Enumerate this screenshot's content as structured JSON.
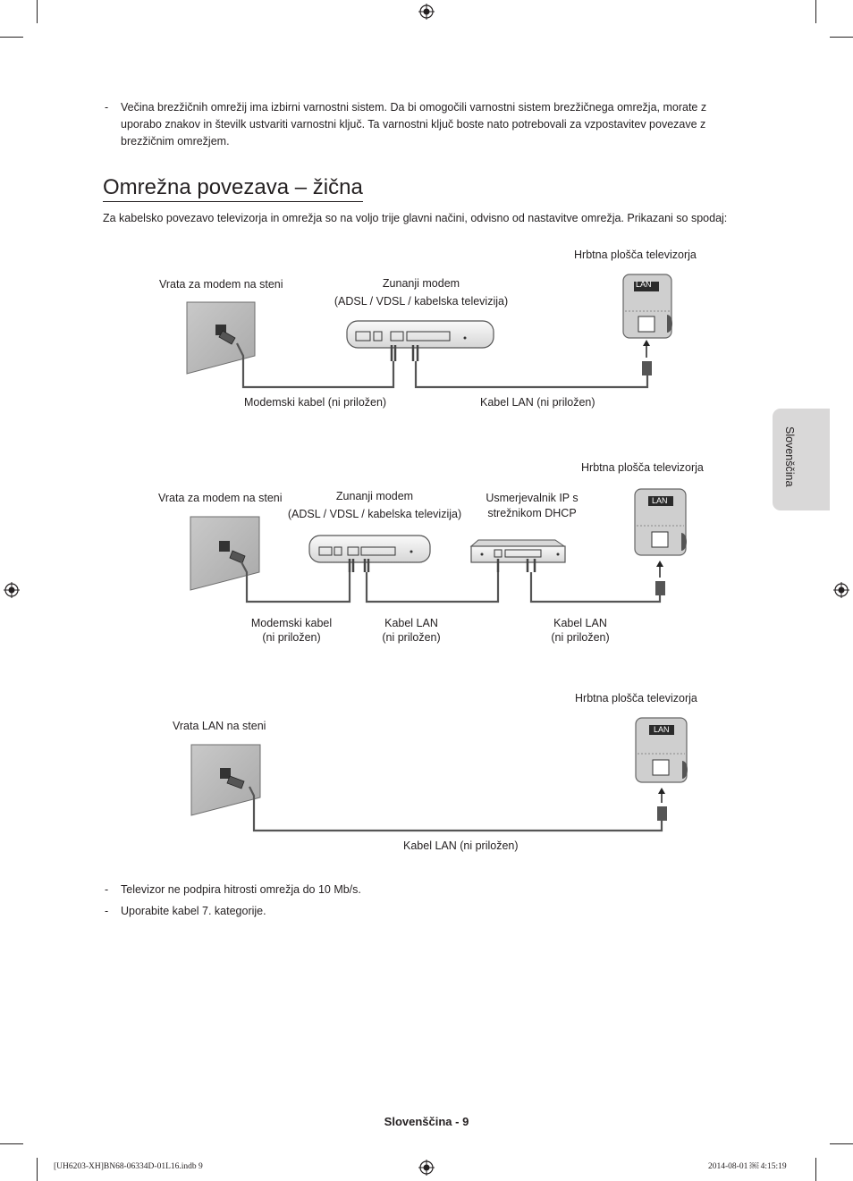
{
  "intro_bullet": "Večina brezžičnih omrežij ima izbirni varnostni sistem. Da bi omogočili varnostni sistem brezžičnega omrežja, morate z uporabo znakov in številk ustvariti varnostni ključ. Ta varnostni ključ boste nato potrebovali za vzpostavitev povezave z brezžičnim omrežjem.",
  "bullet_dash": "-",
  "heading": "Omrežna povezava – žična",
  "intro_text": "Za kabelsko povezavo televizorja in omrežja so na voljo trije glavni načini, odvisno od nastavitve omrežja. Prikazani so spodaj:",
  "diagram1": {
    "tv_back": "Hrbtna plošča televizorja",
    "wall_port": "Vrata za modem na steni",
    "modem_line1": "Zunanji modem",
    "modem_line2": "(ADSL / VDSL / kabelska televizija)",
    "modem_cable": "Modemski kabel (ni priložen)",
    "lan_cable": "Kabel LAN (ni priložen)",
    "lan_badge": "LAN"
  },
  "diagram2": {
    "tv_back": "Hrbtna plošča televizorja",
    "wall_port": "Vrata za modem na steni",
    "modem_line1": "Zunanji modem",
    "modem_line2": "(ADSL / VDSL / kabelska televizija)",
    "router_line1": "Usmerjevalnik IP s",
    "router_line2": "strežnikom DHCP",
    "modem_cable_line1": "Modemski kabel",
    "modem_cable_line2": "(ni priložen)",
    "lan_cable1_line1": "Kabel LAN",
    "lan_cable1_line2": "(ni priložen)",
    "lan_cable2_line1": "Kabel LAN",
    "lan_cable2_line2": "(ni priložen)",
    "lan_badge": "LAN"
  },
  "diagram3": {
    "tv_back": "Hrbtna plošča televizorja",
    "wall_port": "Vrata LAN na steni",
    "lan_cable": "Kabel LAN (ni priložen)",
    "lan_badge": "LAN"
  },
  "notes": [
    "Televizor ne podpira hitrosti omrežja do 10 Mb/s.",
    "Uporabite kabel 7. kategorije."
  ],
  "side_tab": "Slovenščina",
  "page_footer": "Slovenščina - 9",
  "print_left": "[UH6203-XH]BN68-06334D-01L16.indb   9",
  "print_right": "2014-08-01   ￼ 4:15:19"
}
